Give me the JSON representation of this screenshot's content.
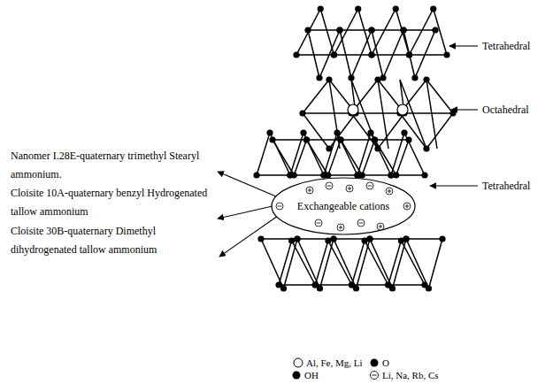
{
  "diagram": {
    "nodes": [
      {
        "text": [
          "Exchangeable cations"
        ]
      }
    ],
    "labels": [
      "Tetrahedral",
      "Octahedral",
      "Tetrahedral",
      "Nanomer I.28E-quaternary trimethyl Stearyl ammonium.",
      "Cloisite 10A-quaternary benzyl Hydrogenated tallow ammonium",
      "Cloisite 30B-quaternary Dimethyl dihydrogenated tallow ammonium"
    ],
    "legend": [
      {
        "text": "Al, Fe, Mg, Li"
      },
      {
        "text": "O"
      },
      {
        "text": "OH"
      },
      {
        "text": "Li, Na, Rb, Cs"
      }
    ]
  }
}
